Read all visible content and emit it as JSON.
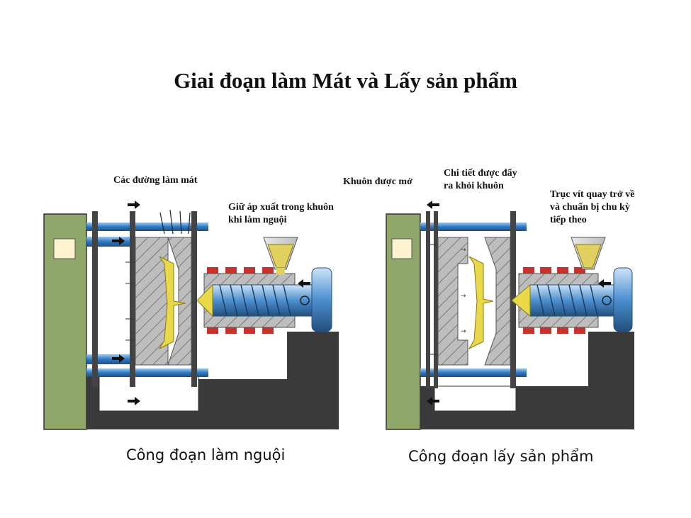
{
  "title": "Giai đoạn làm Mát và Lấy sản phẩm",
  "left_panel": {
    "label_cooling_lines": "Các đường làm mát",
    "label_hold_pressure_1": "Giữ áp xuất trong khuôn",
    "label_hold_pressure_2": "khi làm nguội",
    "caption": "Công đoạn làm nguội"
  },
  "right_panel": {
    "label_mold_open": "Khuôn được mở",
    "label_part_ejected_1": "Chi tiết được đẩy",
    "label_part_ejected_2": "ra khỏi khuôn",
    "label_screw_return_1": "Trục vít quay trở về",
    "label_screw_return_2": "và chuẩn bị chu kỳ",
    "label_screw_return_3": "tiếp theo",
    "caption": "Công đoạn lấy sản phẩm"
  },
  "colors": {
    "frame_green": "#8fa86a",
    "base_dark": "#3a3a3a",
    "tie_bar_blue": "#4a90c8",
    "mold_gray": "#b8b8b8",
    "heater_red": "#c8302a",
    "plastic_yellow": "#e8d84a",
    "barrel_gray": "#c0c0c0"
  }
}
